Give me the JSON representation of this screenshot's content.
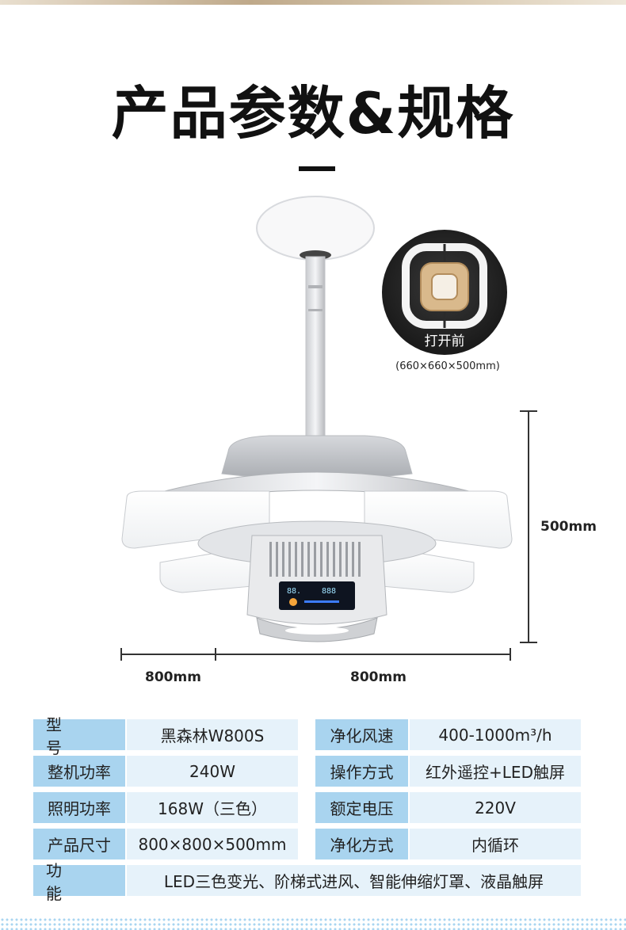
{
  "page": {
    "title": "产品参数&规格"
  },
  "inset": {
    "label": "打开前",
    "caption": "(660×660×500mm)"
  },
  "dimensions": {
    "height": "500mm",
    "width_left": "800mm",
    "width_right": "800mm"
  },
  "product_display": {
    "screen_readout_1": "88.",
    "screen_readout_2": "888"
  },
  "specs": [
    {
      "label": "型　　号",
      "value": "黑森林W800S",
      "label2": "净化风速",
      "value2": "400-1000m³/h"
    },
    {
      "label": "整机功率",
      "value": "240W",
      "label2": "操作方式",
      "value2": "红外遥控+LED触屏"
    },
    {
      "label": "照明功率",
      "value": "168W（三色）",
      "label2": "额定电压",
      "value2": "220V"
    },
    {
      "label": "产品尺寸",
      "value": "800×800×500mm",
      "label2": "净化方式",
      "value2": "内循环"
    }
  ],
  "feature": {
    "label": "功　　能",
    "value": "LED三色变光、阶梯式进风、智能伸缩灯罩、液晶触屏"
  },
  "colors": {
    "label_bg": "#a9d4ef",
    "value_bg": "#e6f2fa"
  }
}
